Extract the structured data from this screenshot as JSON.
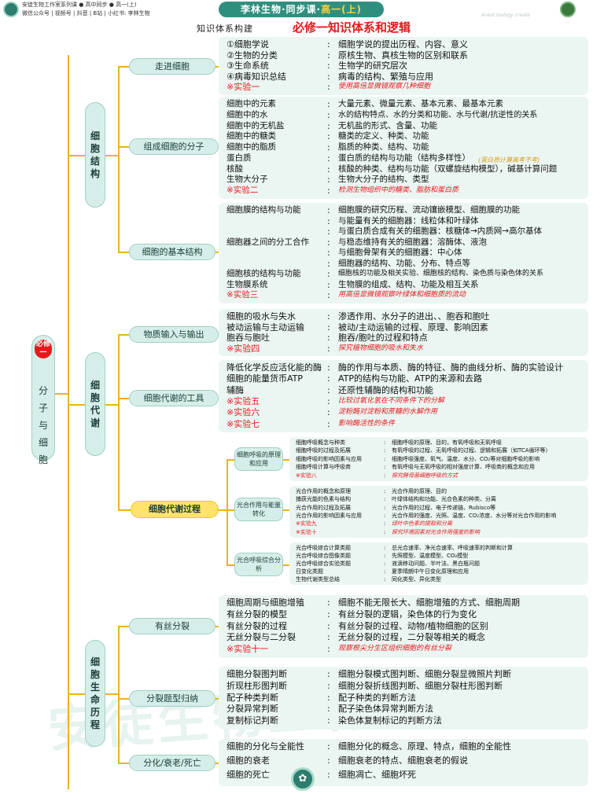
{
  "header": {
    "pub_line1": "安徒生物工作室系列课 ● 高中同步 ● 高一(上)",
    "pub_line2": "微信公众号 | 视频号 | 抖音 | B站 | 小红书: 李林生物",
    "title_left": "李林生物·同步课·",
    "title_right": "高一(上)",
    "brand": "Anest biology create",
    "subtitle_left": "知识体系构建",
    "subtitle_main": "必修一知识体系和逻辑"
  },
  "root": {
    "tag": "必修一",
    "name": "分子与细胞"
  },
  "level1": [
    "细胞结构",
    "细胞代谢",
    "细胞生命历程"
  ],
  "sections": {
    "s1": {
      "label": "走进细胞",
      "rows": [
        {
          "k": "①细胞学说",
          "v": "细胞学说的提出历程、内容、意义"
        },
        {
          "k": "②生物的分类",
          "v": "原核生物、真核生物的区别和联系"
        },
        {
          "k": "③生命系统",
          "v": "生物学的研究层次"
        },
        {
          "k": "④病毒知识总结",
          "v": "病毒的结构、繁殖与应用"
        },
        {
          "k": "※实验一",
          "v": "使用高倍显微镜观察几种细胞",
          "red": true
        }
      ]
    },
    "s2": {
      "label": "组成细胞的分子",
      "rows": [
        {
          "k": "细胞中的元素",
          "v": "大量元素、微量元素、基本元素、最基本元素"
        },
        {
          "k": "细胞中的水",
          "v": "水的结构特点、水的分类和功能、水与代谢/抗逆性的关系"
        },
        {
          "k": "细胞中的无机盐",
          "v": "无机盐的形式、含量、功能"
        },
        {
          "k": "细胞中的糖类",
          "v": "糖类的定义、种类、功能"
        },
        {
          "k": "细胞中的脂质",
          "v": "脂质的种类、结构、功能"
        },
        {
          "k": "蛋白质",
          "v": "蛋白质的结构与功能（结构多样性）"
        },
        {
          "k": "核酸",
          "v": "核酸的种类、结构与功能（双螺旋结构模型），碱基计算问题"
        },
        {
          "k": "生物大分子",
          "v": "生物大分子的结构、类型"
        },
        {
          "k": "※实验二",
          "v": "检测生物组织中的糖类、脂肪和蛋白质",
          "red": true
        }
      ],
      "note": "(蛋白质计算高考不考)"
    },
    "s3": {
      "label": "细胞的基本结构",
      "rows": [
        {
          "k": "细胞膜的结构与功能",
          "v": "细胞膜的研究历程、流动镶嵌模型、细胞膜的功能"
        },
        {
          "k": "",
          "v": "与能量有关的细胞器：线粒体和叶绿体"
        },
        {
          "k": "",
          "v": "与蛋白质合成有关的细胞器：核糖体→内质网→高尔基体"
        },
        {
          "k": "细胞器之间的分工合作",
          "v": "与稳态维持有关的细胞器：溶酶体、液泡"
        },
        {
          "k": "",
          "v": "与细胞骨架有关的细胞器：中心体"
        },
        {
          "k": "",
          "v": "细胞器的结构、功能、分布、特点等"
        },
        {
          "k": "细胞核的结构与功能",
          "v": "细胞核的功能及相关实验、细胞核的结构、染色质与染色体的关系"
        },
        {
          "k": "生物膜系统",
          "v": "生物膜的组成、结构、功能及相互关系"
        },
        {
          "k": "※实验三",
          "v": "用高倍显微镜观察叶绿体和细胞质的流动",
          "red": true
        }
      ]
    },
    "s4": {
      "label": "物质输入与输出",
      "rows": [
        {
          "k": "细胞的吸水与失水",
          "v": "渗透作用、水分子的进出、、胞吞和胞吐"
        },
        {
          "k": "被动运输与主动运输",
          "v": "被动/主动运输的过程、原理、影响因素"
        },
        {
          "k": "胞吞与胞吐",
          "v": "胞吞/胞吐的过程和特点"
        },
        {
          "k": "※实验四",
          "v": "探究植物细胞的吸水和失水",
          "red": true
        }
      ]
    },
    "s5": {
      "label": "细胞代谢的工具",
      "rows": [
        {
          "k": "降低化学反应活化能的酶",
          "v": "酶的作用与本质、酶的特征、酶的曲线分析、酶的实验设计"
        },
        {
          "k": "细胞的能量货币ATP",
          "v": "ATP的结构与功能、ATP的来源和去路"
        },
        {
          "k": "辅酶",
          "v": "还原性辅酶的结构和功能"
        },
        {
          "k": "※实验五",
          "v": "比较过氧化氢在不同条件下的分解",
          "red": true
        },
        {
          "k": "※实验六",
          "v": "淀粉酶对淀粉和蔗糖的水解作用",
          "red": true
        },
        {
          "k": "※实验七",
          "v": "影响酶活性的条件",
          "red": true
        }
      ]
    },
    "s6": {
      "label": "细胞代谢过程",
      "sub": [
        {
          "label": "细胞呼吸的原理和应用",
          "rows": [
            {
              "k": "细胞呼吸概念与种类",
              "v": "细胞呼吸的原理、目的，有氧呼吸和无氧呼吸"
            },
            {
              "k": "细胞呼吸的过程及拓展",
              "v": "有氧呼吸的过程、无氧呼吸的过程、逻辑和拓展（如TCA循环等）"
            },
            {
              "k": "细胞呼吸的影响因素与应用",
              "v": "细胞呼吸强度、氧气、温度、水分、CO₂等对细胞呼吸的影响"
            },
            {
              "k": "细胞呼吸计算与呼吸商",
              "v": "有氧呼吸与无氧呼吸的相对强度计算、呼吸商的概念和应用"
            },
            {
              "k": "※实验八",
              "v": "探究酵母菌细胞呼吸的方式",
              "red": true
            }
          ]
        },
        {
          "label": "光合作用与能量转化",
          "rows": [
            {
              "k": "光合作用的概念和原理",
              "v": "光合作用的原理、目的"
            },
            {
              "k": "捕获光能的色素与结构",
              "v": "叶绿体结构和功能、光合色素的种类、分离"
            },
            {
              "k": "光合作用的过程及拓展",
              "v": "光合作用的过程、电子传递链、Rubisco等"
            },
            {
              "k": "光合作用的影响因素与应用",
              "v": "光合作用的强度、光照、温度、CO₂浓度、水分等对光合作用的影响"
            },
            {
              "k": "※实验九",
              "v": "绿叶中色素的提取和分离",
              "red": true
            },
            {
              "k": "※实验十",
              "v": "探究环境因素对光合作用强度的影响",
              "red": true
            }
          ]
        },
        {
          "label": "光合呼吸综合分析",
          "rows": [
            {
              "k": "光合呼吸综合计算类题",
              "v": "总光合速率、净光合速率、呼吸速率的判断和计算"
            },
            {
              "k": "光合呼吸综合图像类题",
              "v": "先照模型、温度模型、CO₂模型"
            },
            {
              "k": "光合呼吸综合实验类题",
              "v": "液滴移动问题、半叶法、黑白瓶问题"
            },
            {
              "k": "日变化类题",
              "v": "夏季晴朗中午日变化原理和应用"
            },
            {
              "k": "生物代谢类型总结",
              "v": "同化类型、异化类型"
            }
          ]
        }
      ]
    },
    "s7": {
      "label": "有丝分裂",
      "rows": [
        {
          "k": "细胞周期与细胞增殖",
          "v": "细胞不能无限长大、细胞增殖的方式、细胞周期"
        },
        {
          "k": "有丝分裂的模型",
          "v": "有丝分裂的逻辑，染色体的行为变化"
        },
        {
          "k": "有丝分裂的过程",
          "v": "有丝分裂的过程、动物/植物细胞的区别"
        },
        {
          "k": "无丝分裂与二分裂",
          "v": "无丝分裂的过程，二分裂等相关的概念"
        },
        {
          "k": "※实验十一",
          "v": "观察根尖分生区组织细胞的有丝分裂",
          "red": true
        }
      ]
    },
    "s8": {
      "label": "分裂题型归纳",
      "rows": [
        {
          "k": "细胞分裂图判断",
          "v": "细胞分裂模式图判断、细胞分裂显微照片判断"
        },
        {
          "k": "折现柱形图判断",
          "v": "细胞分裂折线图判断、细胞分裂柱形图判断"
        },
        {
          "k": "配子种类判断",
          "v": "配子种类的判断方法"
        },
        {
          "k": "分裂异常判断",
          "v": "配子染色体异常判断方法"
        },
        {
          "k": "复制标记判断",
          "v": "染色体复制标记的判断方法"
        }
      ]
    },
    "s9": {
      "label": "分化/衰老/死亡",
      "rows": [
        {
          "k": "细胞的分化与全能性",
          "v": "细胞分化的概念、原理、特点，细胞的全能性"
        },
        {
          "k": "细胞的衰老",
          "v": "细胞衰老的特点、细胞衰老的假说"
        },
        {
          "k": "细胞的死亡",
          "v": "细胞凋亡、细胞坏死"
        }
      ]
    }
  },
  "colon": ":",
  "watermark": "安徒生物工作室",
  "colors": {
    "accent": "#2f8f7f",
    "highlight": "#ffe36a",
    "red": "#e5191c",
    "line": "#e8b420",
    "panel": "#ebf6f3"
  }
}
